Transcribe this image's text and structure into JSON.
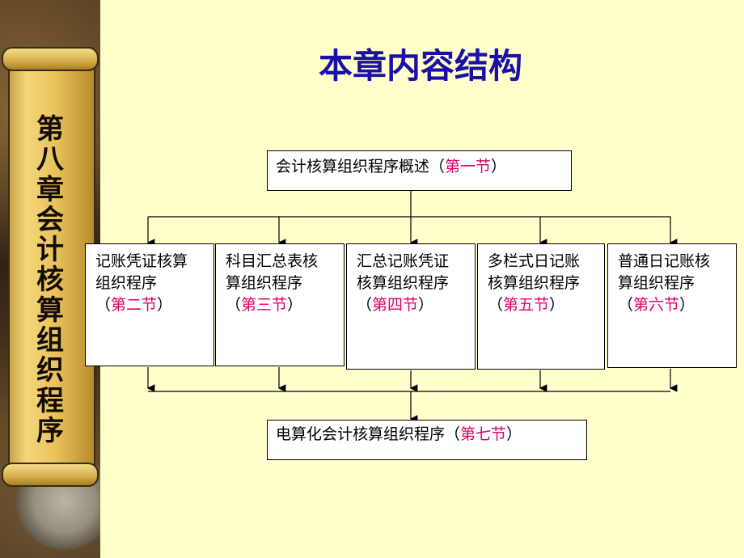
{
  "sidebar": {
    "chars": [
      "第",
      "八",
      "章",
      "会",
      "计",
      "核",
      "算",
      "组",
      "织",
      "程",
      "序"
    ]
  },
  "title": "本章内容结构",
  "top_box": {
    "text": "会计核算组织程序概述（",
    "highlight": "第一节",
    "close": "）"
  },
  "middle_boxes": [
    {
      "lines": [
        "记账凭证核算",
        "组织程序"
      ],
      "open": "（",
      "highlight": "第二节",
      "close": "）"
    },
    {
      "lines": [
        "科目汇总表核",
        "算组织程序"
      ],
      "open": "（",
      "highlight": "第三节",
      "close": "）"
    },
    {
      "lines": [
        "汇总记账凭证",
        "核算组织程序"
      ],
      "open": "（",
      "highlight": "第四节",
      "close": "）"
    },
    {
      "lines": [
        "多栏式日记账",
        "核算组织程序"
      ],
      "open": "（",
      "highlight": "第五节",
      "close": "）"
    },
    {
      "lines": [
        "普通日记账核",
        "算组织程序"
      ],
      "open": "（",
      "highlight": "第六节",
      "close": "）"
    }
  ],
  "bottom_box": {
    "text": "电算化会计核算组织程序（",
    "highlight": "第七节",
    "close": "）"
  },
  "colors": {
    "title": "#1a10a8",
    "highlight": "#e0006a",
    "background": "#ffffcc"
  }
}
